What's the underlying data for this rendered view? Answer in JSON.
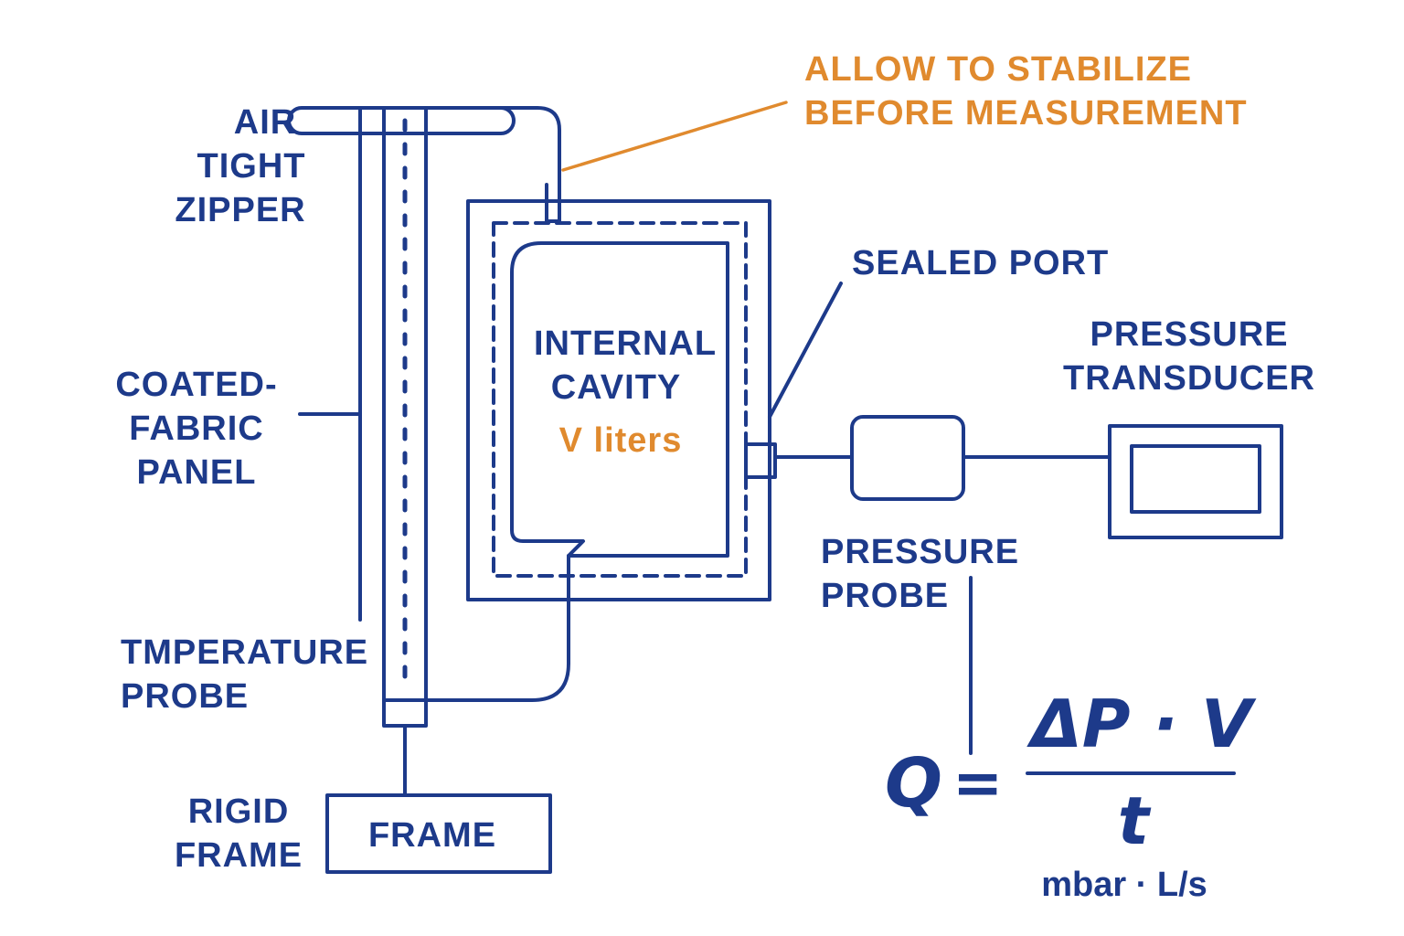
{
  "labels": {
    "note_line1": "ALLOW TO STABILIZE",
    "note_line2": "BEFORE MEASUREMENT",
    "zipper_line1": "AIR",
    "zipper_line2": "TIGHT",
    "zipper_line3": "ZIPPER",
    "panel_line1": "COATED-",
    "panel_line2": "FABRIC",
    "panel_line3": "PANEL",
    "temp_line1": "TMPERATURE",
    "temp_line2": "PROBE",
    "rigid_line1": "RIGID",
    "rigid_line2": "FRAME",
    "frame_box": "FRAME",
    "cavity_line1": "INTERNAL",
    "cavity_line2": "CAVITY",
    "cavity_volume": "V liters",
    "sealed_port": "SEALED PORT",
    "transducer_line1": "PRESSURE",
    "transducer_line2": "TRANSDUCER",
    "probe_line1": "PRESSURE",
    "probe_line2": "PROBE"
  },
  "formula": {
    "lhs": "Q",
    "equals": "=",
    "numerator": "ΔP · V",
    "denominator": "t",
    "unit": "mbar · L/s"
  },
  "colors": {
    "primary": "#1d3a8a",
    "accent": "#e08a2e",
    "background": "#ffffff"
  }
}
